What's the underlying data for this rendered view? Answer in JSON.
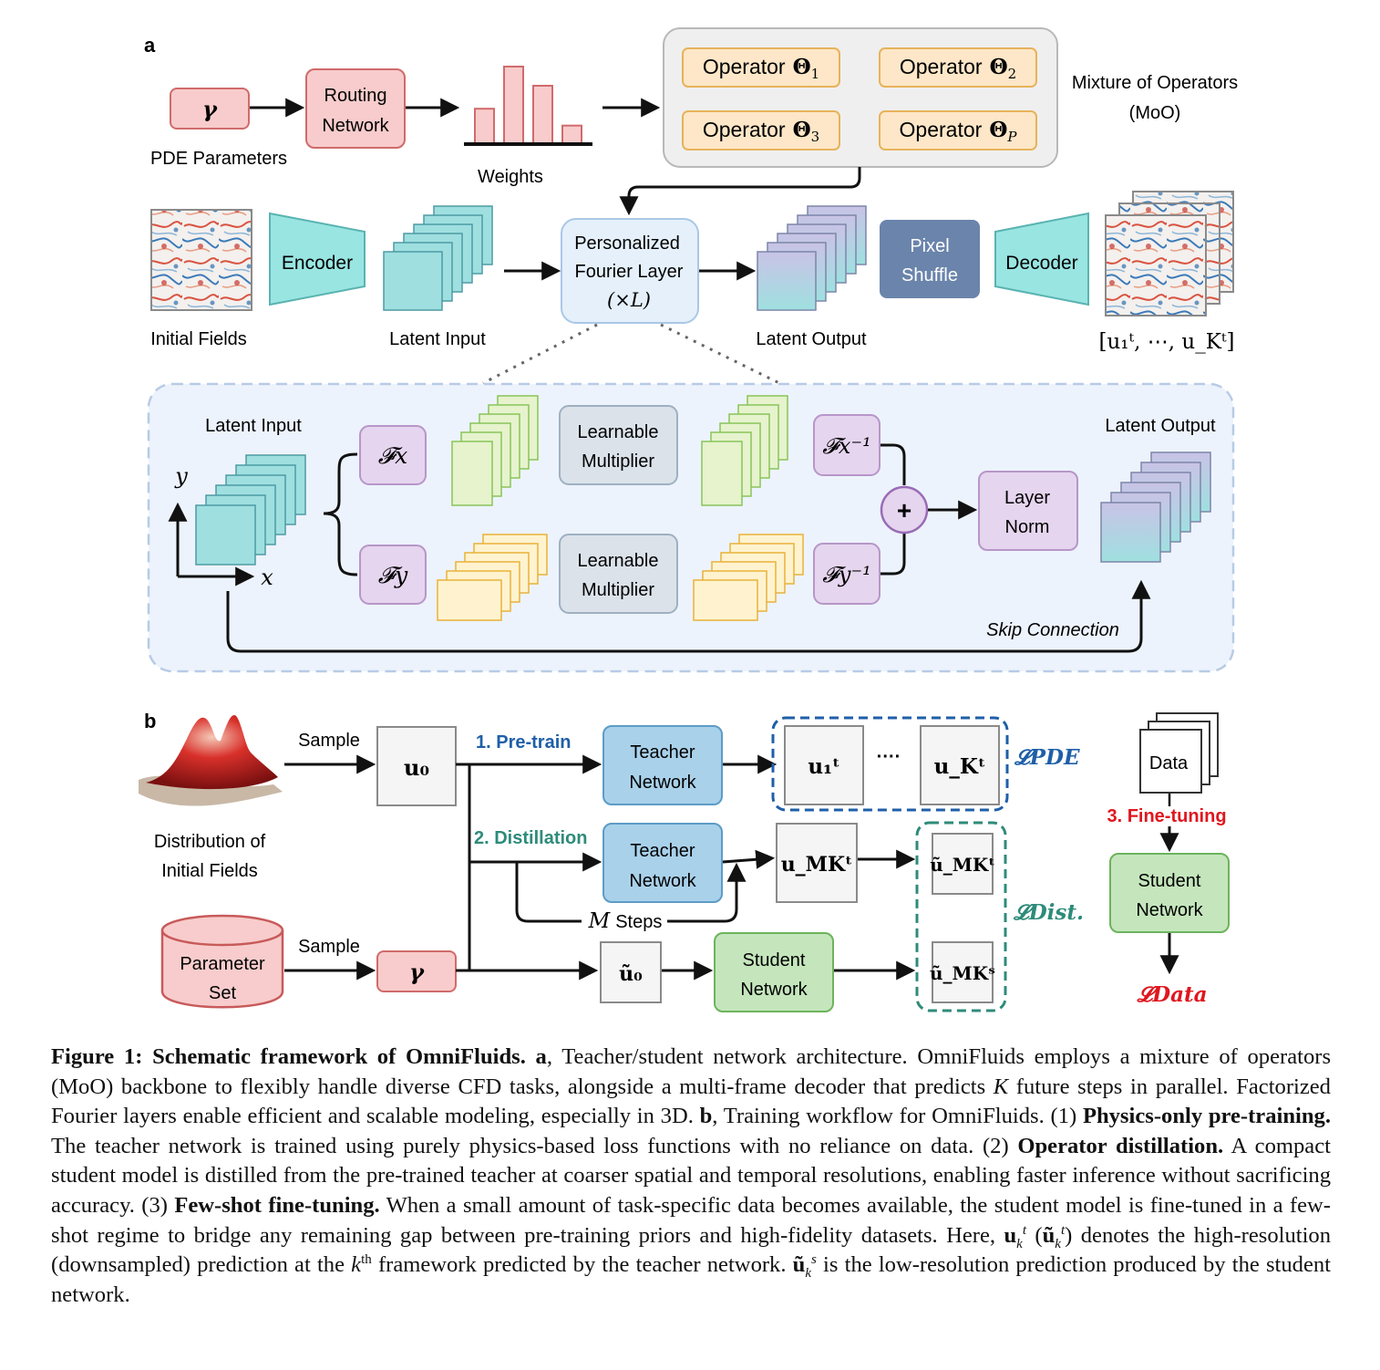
{
  "panel_a": {
    "label": "a",
    "gamma": "γ",
    "pde_parameters": "PDE Parameters",
    "routing_line1": "Routing",
    "routing_line2": "Network",
    "weights": "Weights",
    "weight_values": [
      0.45,
      1.0,
      0.75,
      0.23
    ],
    "operators": [
      {
        "word": "Operator",
        "sym": "Θ",
        "sub": "1"
      },
      {
        "word": "Operator",
        "sym": "Θ",
        "sub": "2"
      },
      {
        "word": "Operator",
        "sym": "Θ",
        "sub": "3"
      },
      {
        "word": "Operator",
        "sym": "Θ",
        "sub": "P"
      }
    ],
    "moo_line1": "Mixture of Operators",
    "moo_line2": "(MoO)",
    "initial_fields": "Initial Fields",
    "encoder": "Encoder",
    "latent_input": "Latent Input",
    "pfl_line1": "Personalized",
    "pfl_line2": "Fourier Layer",
    "pfl_line3": "(×L)",
    "latent_output": "Latent Output",
    "pixel_line1": "Pixel",
    "pixel_line2": "Shuffle",
    "decoder": "Decoder",
    "outputs": "[u₁ᵗ, ⋯, u_Kᵗ]",
    "detail": {
      "latent_input": "Latent Input",
      "latent_output": "Latent Output",
      "axis_y": "y",
      "axis_x": "x",
      "fx": "𝓕x",
      "fy": "𝓕y",
      "fx_inv": "𝓕x⁻¹",
      "fy_inv": "𝓕y⁻¹",
      "lm_line1": "Learnable",
      "lm_line2": "Multiplier",
      "plus": "+",
      "ln_line1": "Layer",
      "ln_line2": "Norm",
      "skip": "Skip Connection"
    }
  },
  "panel_b": {
    "label": "b",
    "sample1": "Sample",
    "sample2": "Sample",
    "dist_line1": "Distribution of",
    "dist_line2": "Initial Fields",
    "param_line1": "Parameter",
    "param_line2": "Set",
    "u0": "u₀",
    "gamma": "γ",
    "u0_tilde": "ũ₀",
    "pretrain": "1. Pre-train",
    "distillation": "2. Distillation",
    "finetune": "3. Fine-tuning",
    "teacher_line1": "Teacher",
    "teacher_line2": "Network",
    "student_line1": "Student",
    "student_line2": "Network",
    "u1t": "u₁ᵗ",
    "ellipsis": "····",
    "uKt": "u_Kᵗ",
    "uMKt": "u_MKᵗ",
    "uMKt_tilde": "ũ_MKᵗ",
    "uMKs_tilde": "ũ_MKˢ",
    "m_steps_m": "M",
    "m_steps_word": "Steps",
    "loss_pde": "𝓛PDE",
    "loss_dist": "𝓛Dist.",
    "loss_data": "𝓛Data",
    "data": "Data",
    "colors": {
      "pretrain": "#1f5fa8",
      "distillation": "#2e8b7a",
      "finetune": "#e0161e"
    }
  },
  "caption": {
    "fig_label": "Figure 1:",
    "title": "Schematic framework of OmniFluids.",
    "a": "a",
    "a_text": ", Teacher/student network architecture. OmniFluids employs a mixture of operators (MoO) backbone to flexibly handle diverse CFD tasks, alongside a multi-frame decoder that predicts",
    "K": "K",
    "a_text2": "future steps in parallel. Factorized Fourier layers enable efficient and scalable modeling, especially in 3D.",
    "b": "b",
    "b_text": ", Training workflow for OmniFluids. (1)",
    "s1": "Physics-only pre-training.",
    "t1": "The teacher network is trained using purely physics-based loss functions with no reliance on data. (2)",
    "s2": "Operator distillation.",
    "t2": "A compact student model is distilled from the pre-trained teacher at coarser spatial and temporal resolutions, enabling faster inference without sacrificing accuracy. (3)",
    "s3": "Few-shot fine-tuning.",
    "t3": "When a small amount of task-specific data becomes available, the student model is fine-tuned in a few-shot regime to bridge any remaining gap between pre-training priors and high-fidelity datasets. Here,",
    "t4": "denotes the high-resolution (downsampled) prediction at the",
    "t5": "framework predicted by the teacher network.",
    "t6": "is the low-resolution prediction produced by the student network."
  }
}
